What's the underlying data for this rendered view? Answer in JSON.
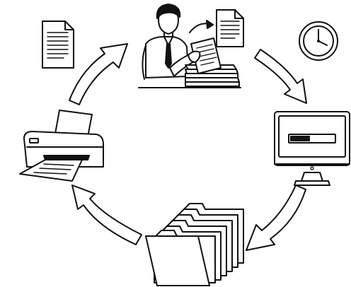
{
  "diagram": {
    "type": "cycle",
    "nodes": [
      {
        "id": "person-with-documents",
        "icon": "person-sorting-papers-icon"
      },
      {
        "id": "computer",
        "icon": "computer-monitor-progress-icon"
      },
      {
        "id": "folders",
        "icon": "file-folders-icon"
      },
      {
        "id": "printer",
        "icon": "printer-icon"
      }
    ],
    "decorations": [
      "document-icon",
      "document-icon",
      "clock-icon"
    ],
    "edges": [
      {
        "from": "person-with-documents",
        "to": "computer",
        "direction": "clockwise"
      },
      {
        "from": "computer",
        "to": "folders",
        "direction": "clockwise"
      },
      {
        "from": "folders",
        "to": "printer",
        "direction": "clockwise"
      },
      {
        "from": "printer",
        "to": "person-with-documents",
        "direction": "clockwise"
      }
    ],
    "colors": {
      "ink": "#111111",
      "paper": "#ffffff",
      "shade": "#e6e6e6",
      "progress": "#111111"
    }
  }
}
